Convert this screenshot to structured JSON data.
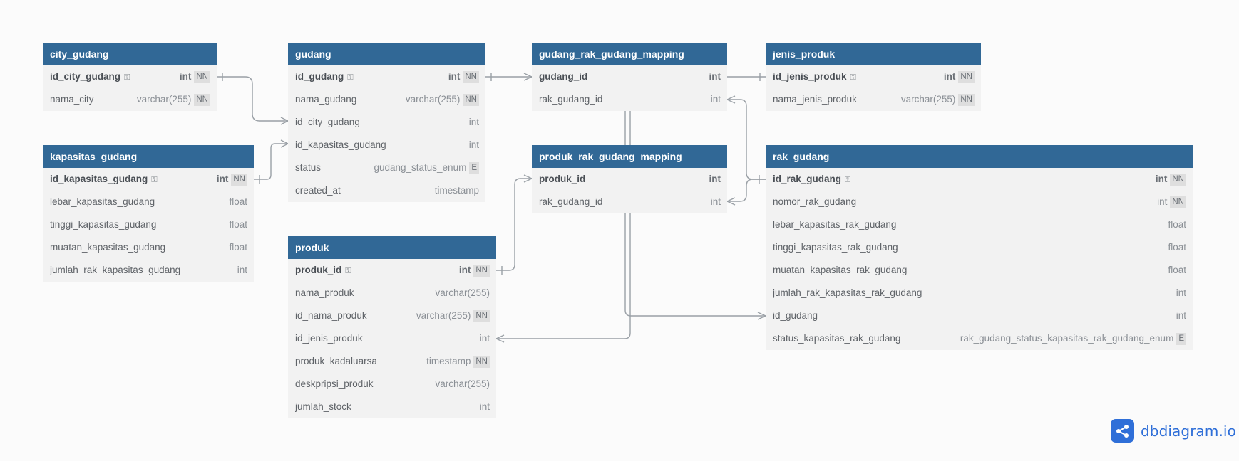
{
  "tables": {
    "city_gudang": {
      "name": "city_gudang",
      "fields": [
        {
          "name": "id_city_gudang",
          "type": "int",
          "badge": "NN"
        },
        {
          "name": "nama_city",
          "type": "varchar(255)",
          "badge": "NN"
        }
      ]
    },
    "kapasitas_gudang": {
      "name": "kapasitas_gudang",
      "fields": [
        {
          "name": "id_kapasitas_gudang",
          "type": "int",
          "badge": "NN"
        },
        {
          "name": "lebar_kapasitas_gudang",
          "type": "float"
        },
        {
          "name": "tinggi_kapasitas_gudang",
          "type": "float"
        },
        {
          "name": "muatan_kapasitas_gudang",
          "type": "float"
        },
        {
          "name": "jumlah_rak_kapasitas_gudang",
          "type": "int"
        }
      ]
    },
    "gudang": {
      "name": "gudang",
      "fields": [
        {
          "name": "id_gudang",
          "type": "int",
          "badge": "NN"
        },
        {
          "name": "nama_gudang",
          "type": "varchar(255)",
          "badge": "NN"
        },
        {
          "name": "id_city_gudang",
          "type": "int"
        },
        {
          "name": "id_kapasitas_gudang",
          "type": "int"
        },
        {
          "name": "status",
          "type": "gudang_status_enum",
          "badge": "E"
        },
        {
          "name": "created_at",
          "type": "timestamp"
        }
      ]
    },
    "produk": {
      "name": "produk",
      "fields": [
        {
          "name": "produk_id",
          "type": "int",
          "badge": "NN"
        },
        {
          "name": "nama_produk",
          "type": "varchar(255)"
        },
        {
          "name": "id_nama_produk",
          "type": "varchar(255)",
          "badge": "NN"
        },
        {
          "name": "id_jenis_produk",
          "type": "int"
        },
        {
          "name": "produk_kadaluarsa",
          "type": "timestamp",
          "badge": "NN"
        },
        {
          "name": "deskpripsi_produk",
          "type": "varchar(255)"
        },
        {
          "name": "jumlah_stock",
          "type": "int"
        }
      ]
    },
    "gudang_rak_gudang_mapping": {
      "name": "gudang_rak_gudang_mapping",
      "fields": [
        {
          "name": "gudang_id",
          "type": "int"
        },
        {
          "name": "rak_gudang_id",
          "type": "int"
        }
      ]
    },
    "produk_rak_gudang_mapping": {
      "name": "produk_rak_gudang_mapping",
      "fields": [
        {
          "name": "produk_id",
          "type": "int"
        },
        {
          "name": "rak_gudang_id",
          "type": "int"
        }
      ]
    },
    "jenis_produk": {
      "name": "jenis_produk",
      "fields": [
        {
          "name": "id_jenis_produk",
          "type": "int",
          "badge": "NN"
        },
        {
          "name": "nama_jenis_produk",
          "type": "varchar(255)",
          "badge": "NN"
        }
      ]
    },
    "rak_gudang": {
      "name": "rak_gudang",
      "fields": [
        {
          "name": "id_rak_gudang",
          "type": "int",
          "badge": "NN"
        },
        {
          "name": "nomor_rak_gudang",
          "type": "int",
          "badge": "NN"
        },
        {
          "name": "lebar_kapasitas_rak_gudang",
          "type": "float"
        },
        {
          "name": "tinggi_kapasitas_rak_gudang",
          "type": "float"
        },
        {
          "name": "muatan_kapasitas_rak_gudang",
          "type": "float"
        },
        {
          "name": "jumlah_rak_kapasitas_rak_gudang",
          "type": "int"
        },
        {
          "name": "id_gudang",
          "type": "int"
        },
        {
          "name": "status_kapasitas_rak_gudang",
          "type": "rak_gudang_status_kapasitas_rak_gudang_enum",
          "badge": "E"
        }
      ]
    }
  },
  "brand": {
    "name": "dbdiagram.io",
    "logo_icon": "share-nodes-icon",
    "color": "#2f6fd8"
  },
  "colors": {
    "header": "#316896",
    "body": "#f2f2f2",
    "line": "#9aa0a6"
  }
}
